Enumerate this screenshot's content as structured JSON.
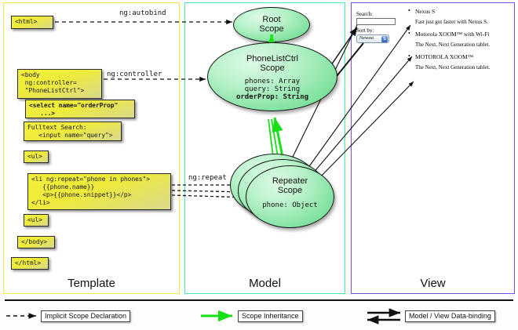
{
  "columns": [
    {
      "key": "template",
      "label": "Template",
      "border_color": "#f2e93a"
    },
    {
      "key": "model",
      "label": "Model",
      "border_color": "#3ff0a8"
    },
    {
      "key": "view",
      "label": "View",
      "border_color": "#7a4fe0"
    }
  ],
  "template": {
    "boxes": [
      {
        "id": "html-open",
        "text": "<html>"
      },
      {
        "id": "body-open",
        "text": "<body\n ng:controller=\n \"PhoneListCtrl\">"
      },
      {
        "id": "select-tag",
        "text": "<select name=\"orderProp\"\n   ...>",
        "bold": true
      },
      {
        "id": "fulltext",
        "text": "Fulltext Search:\n   <input name=\"query\">"
      },
      {
        "id": "ul-open",
        "text": "<ul>"
      },
      {
        "id": "li-repeat",
        "text": "<li ng:repeat=\"phone in phones\">\n   {{phone.name}}\n   <p>{{phone.snippet}}</p>\n</li>"
      },
      {
        "id": "ul-close",
        "text": "<ul>"
      },
      {
        "id": "body-close",
        "text": "</body>"
      },
      {
        "id": "html-close",
        "text": "</html>"
      }
    ]
  },
  "model": {
    "scopes": [
      {
        "id": "root-scope",
        "title": "Root\nScope",
        "props": ""
      },
      {
        "id": "phonelistctrl-scope",
        "title": "PhoneListCtrl\nScope",
        "props_plain": "phones: Array\nquery: String",
        "props_bold": "orderProp: String"
      },
      {
        "id": "repeater-scope",
        "title": "Repeater\nScope",
        "props": "phone: Object"
      }
    ]
  },
  "view": {
    "search_label": "Search:",
    "search_value": "",
    "sort_label": "Sort by:",
    "sort_selected": "Newest",
    "phones": [
      {
        "name": "Nexus S",
        "snippet": "Fast just got faster with Nexus S."
      },
      {
        "name": "Motorola XOOM™ with Wi-Fi",
        "snippet": "The Next, Next Generation tablet."
      },
      {
        "name": "MOTOROLA XOOM™",
        "snippet": "The Next, Next Generation tablet."
      }
    ]
  },
  "connectors": {
    "autobind": "ng:autobind",
    "controller": "ng:controller",
    "repeat": "ng:repeat"
  },
  "legend": [
    {
      "id": "implicit-scope-declaration",
      "label": "Implicit Scope Declaration",
      "style": "dashed-arrow",
      "color": "#111111"
    },
    {
      "id": "scope-inheritance",
      "label": "Scope Inheritance",
      "style": "green-arrow",
      "color": "#18e018"
    },
    {
      "id": "model-view-data-binding",
      "label": "Model / View Data-binding",
      "style": "double-arrow",
      "color": "#111111"
    }
  ]
}
